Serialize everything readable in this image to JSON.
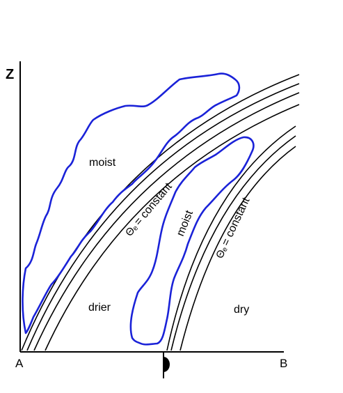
{
  "axes": {
    "z_label": "Z",
    "a_label": "A",
    "b_label": "B"
  },
  "regions": {
    "moist_upper": "moist",
    "moist_lower": "moist",
    "drier": "drier",
    "dry": "dry"
  },
  "isentropes": {
    "label_upper": "= constant",
    "label_lower": "= constant",
    "symbol": "Θₑ"
  },
  "colors": {
    "moist_outline": "#1a22d8",
    "lines": "#000000"
  },
  "icons": {
    "front": "warm-front-semicircle-icon"
  }
}
